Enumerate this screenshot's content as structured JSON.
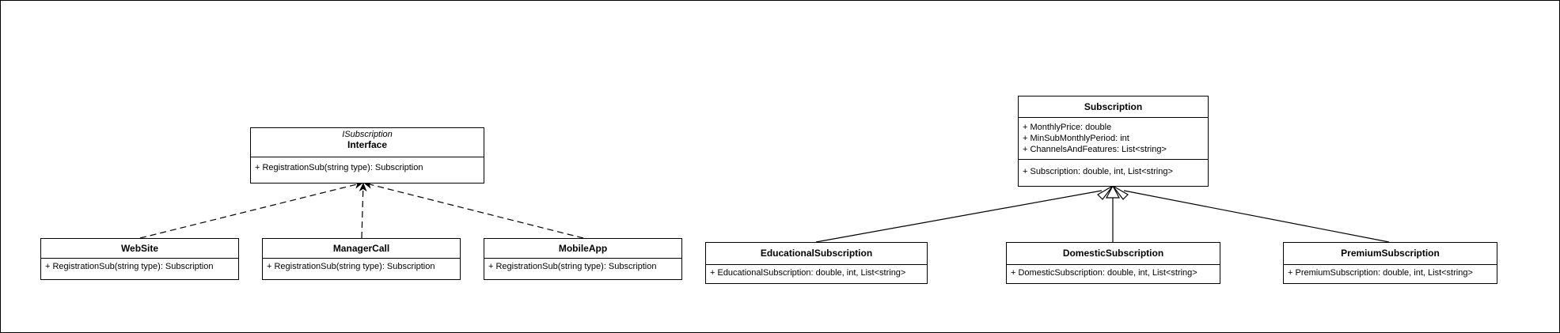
{
  "interface": {
    "stereotype": "ISubscription",
    "name": "Interface",
    "methods": [
      "+ RegistrationSub(string type): Subscription"
    ]
  },
  "website": {
    "name": "WebSite",
    "methods": [
      "+ RegistrationSub(string type): Subscription"
    ]
  },
  "managercall": {
    "name": "ManagerCall",
    "methods": [
      "+ RegistrationSub(string type): Subscription"
    ]
  },
  "mobileapp": {
    "name": "MobileApp",
    "methods": [
      "+ RegistrationSub(string type): Subscription"
    ]
  },
  "subscription": {
    "name": "Subscription",
    "attributes": [
      "+ MonthlyPrice: double",
      "+ MinSubMonthlyPeriod: int",
      "+ ChannelsAndFeatures: List<string>"
    ],
    "methods": [
      "+ Subscription: double, int, List<string>"
    ]
  },
  "educational": {
    "name": "EducationalSubscription",
    "methods": [
      "+ EducationalSubscription: double, int, List<string>"
    ]
  },
  "domestic": {
    "name": "DomesticSubscription",
    "methods": [
      "+ DomesticSubscription: double, int, List<string>"
    ]
  },
  "premium": {
    "name": "PremiumSubscription",
    "methods": [
      "+ PremiumSubscription: double, int, List<string>"
    ]
  },
  "relations": [
    {
      "from": "website",
      "to": "interface",
      "kind": "realization"
    },
    {
      "from": "managercall",
      "to": "interface",
      "kind": "realization"
    },
    {
      "from": "mobileapp",
      "to": "interface",
      "kind": "realization"
    },
    {
      "from": "educational",
      "to": "subscription",
      "kind": "generalization"
    },
    {
      "from": "domestic",
      "to": "subscription",
      "kind": "generalization"
    },
    {
      "from": "premium",
      "to": "subscription",
      "kind": "generalization"
    }
  ]
}
